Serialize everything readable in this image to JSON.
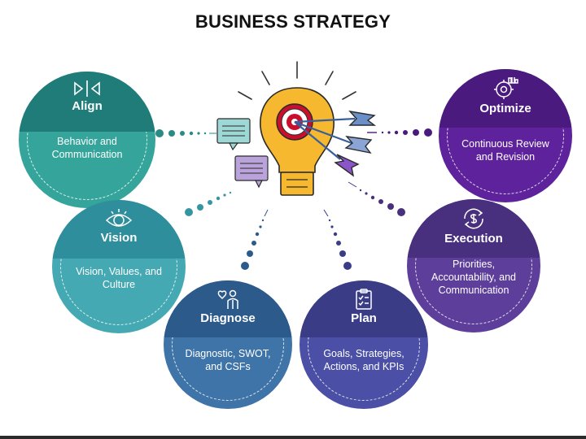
{
  "title": "BUSINESS STRATEGY",
  "stages": [
    {
      "id": "align",
      "label": "Align",
      "description": "Behavior and Communication",
      "icon": "align-arrows-icon",
      "dark": "#1f7c78",
      "light": "#35a59c"
    },
    {
      "id": "vision",
      "label": "Vision",
      "description": "Vision, Values, and Culture",
      "icon": "eye-bulb-icon",
      "dark": "#2f8e9c",
      "light": "#44a9b3"
    },
    {
      "id": "diagnose",
      "label": "Diagnose",
      "description": "Diagnostic, SWOT, and CSFs",
      "icon": "person-heart-icon",
      "dark": "#2c5a8a",
      "light": "#3f74a8"
    },
    {
      "id": "plan",
      "label": "Plan",
      "description": "Goals, Strategies, Actions, and KPIs",
      "icon": "clipboard-plan-icon",
      "dark": "#3a3d86",
      "light": "#4b4fa5"
    },
    {
      "id": "execution",
      "label": "Execution",
      "description": "Priorities, Accountability, and Communication",
      "icon": "dollar-cycle-icon",
      "dark": "#48307e",
      "light": "#5d3e9a"
    },
    {
      "id": "optimize",
      "label": "Optimize",
      "description": "Continuous Review and Revision",
      "icon": "gear-chart-icon",
      "dark": "#4a1a7e",
      "light": "#5e239c"
    }
  ],
  "colors": {
    "bulb": "#f5b82e",
    "bulb_base": "#e8a21a",
    "target_red": "#c8102e",
    "speech_teal": "#9ed8d6",
    "speech_purple": "#b9a3da",
    "arrow_shaft": "#4a6fa5"
  }
}
